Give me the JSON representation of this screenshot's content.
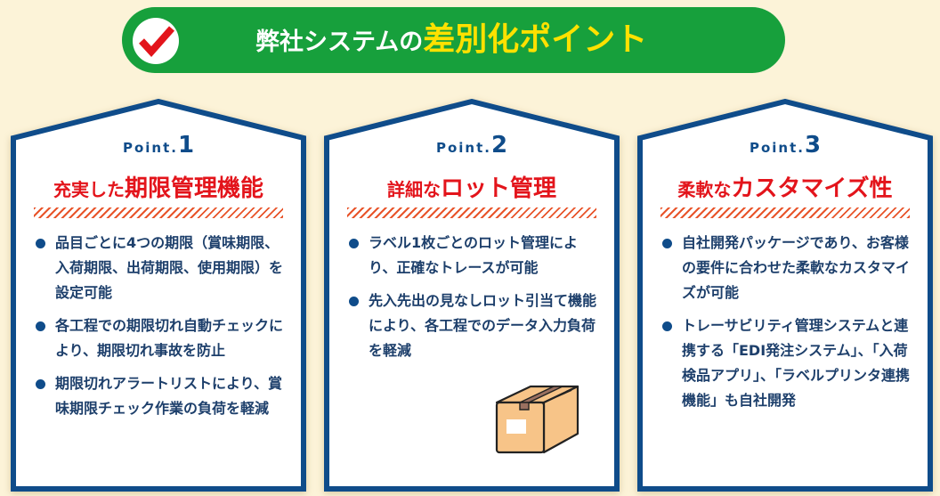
{
  "header": {
    "title_prefix": "弊社システムの",
    "title_highlight": "差別化ポイント",
    "icon": "checkmark-icon"
  },
  "colors": {
    "background": "#fcf3d8",
    "banner_green": "#17a03c",
    "highlight_yellow": "#ffe100",
    "check_red": "#e3141b",
    "card_border_navy": "#0f4c8a",
    "title_red": "#e3141b",
    "body_text": "#1d3f6b",
    "hatch_orange": "#e8542a",
    "box_tan": "#f7c488",
    "box_tape": "#9a7060"
  },
  "cards": [
    {
      "point_prefix": "Point.",
      "point_number": "1",
      "title_small": "充実した",
      "title_big": "期限管理機能",
      "bullets": [
        "品目ごとに4つの期限（賞味期限、入荷期限、出荷期限、使用期限）を設定可能",
        "各工程での期限切れ自動チェックにより、期限切れ事故を防止",
        "期限切れアラートリストにより、賞味期限チェック作業の負荷を軽減"
      ]
    },
    {
      "point_prefix": "Point.",
      "point_number": "2",
      "title_small": "詳細な",
      "title_big": "ロット管理",
      "bullets": [
        "ラベル1枚ごとのロット管理により、正確なトレースが可能",
        "先入先出の見なしロット引当て機能により、各工程でのデータ入力負荷を軽減"
      ],
      "illustration": "cardboard-box-icon"
    },
    {
      "point_prefix": "Point.",
      "point_number": "3",
      "title_small": "柔軟な",
      "title_big": "カスタマイズ性",
      "bullets": [
        "自社開発パッケージであり、お客様の要件に合わせた柔軟なカスタマイズが可能",
        "トレーサビリティ管理システムと連携する「EDI発注システム」、「入荷検品アプリ」、「ラベルプリンタ連携機能」も自社開発"
      ]
    }
  ]
}
